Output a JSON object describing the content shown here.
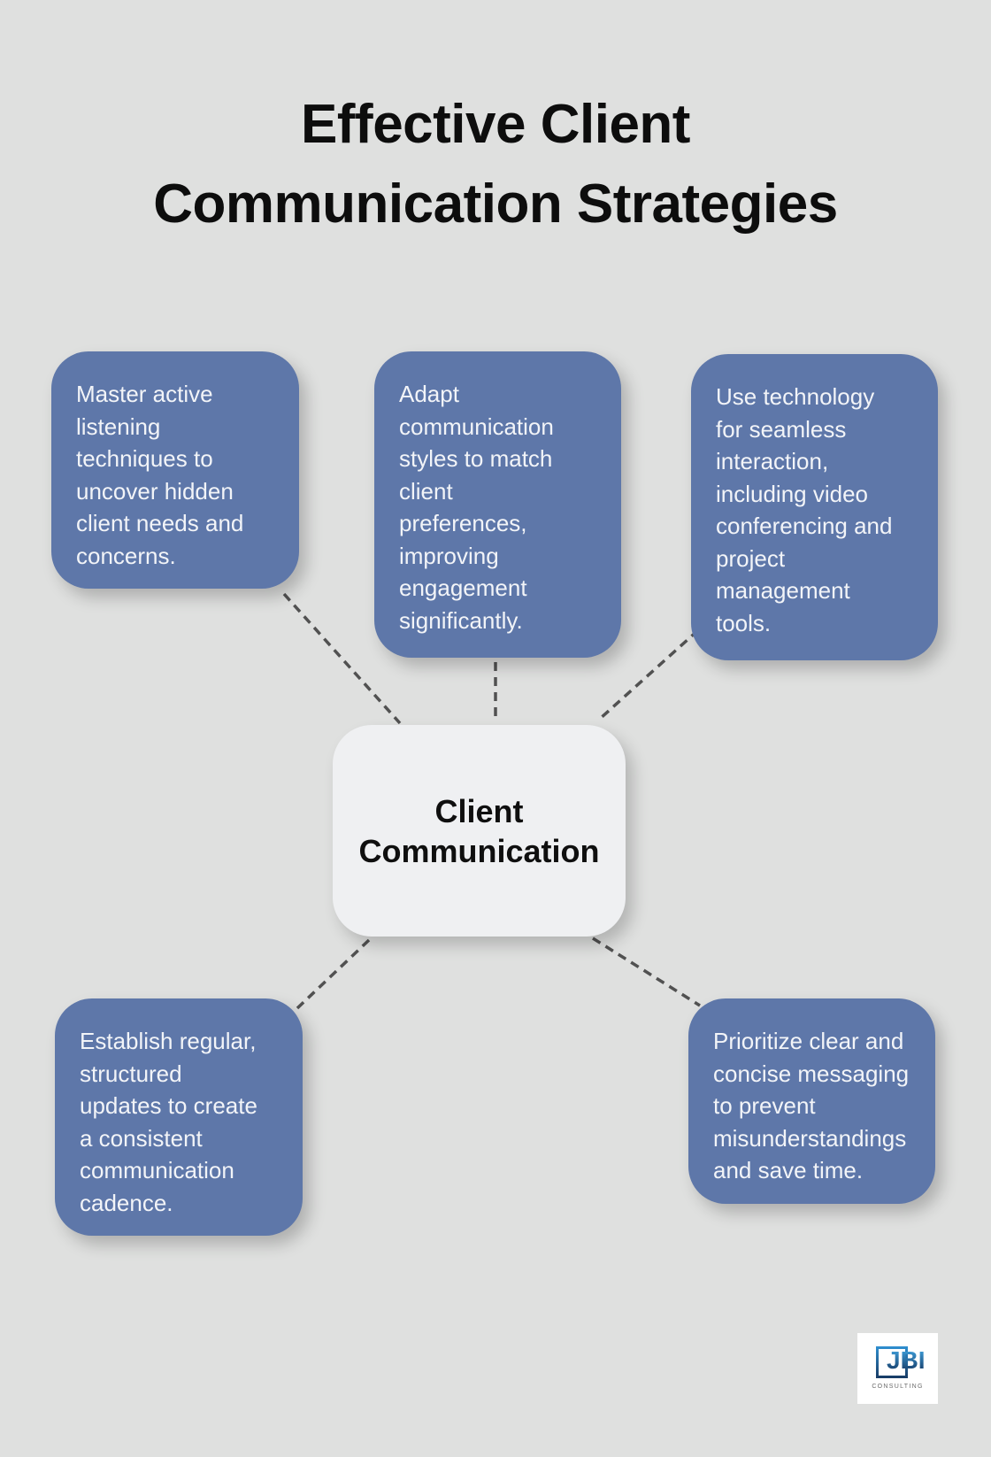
{
  "title": {
    "text": "Effective Client\nCommunication Strategies"
  },
  "center": {
    "text": "Client\nCommunication"
  },
  "nodes": [
    {
      "id": "top-left",
      "text": "Master active\nlistening\ntechniques to\nuncover hidden\nclient needs and\nconcerns."
    },
    {
      "id": "top-middle",
      "text": "Adapt\ncommunication\nstyles to match\nclient\npreferences,\nimproving\nengagement\nsignificantly."
    },
    {
      "id": "top-right",
      "text": "Use technology\nfor seamless\ninteraction,\nincluding video\nconferencing and\nproject\nmanagement\ntools."
    },
    {
      "id": "bottom-left",
      "text": "Establish regular,\nstructured\nupdates to create\na consistent\ncommunication\ncadence."
    },
    {
      "id": "bottom-right",
      "text": "Prioritize clear and\nconcise messaging\nto prevent\nmisunderstandings\nand save time."
    }
  ],
  "logo": {
    "initials": "JBI",
    "subtext": "CONSULTING"
  },
  "colors": {
    "background": "#dfe0df",
    "node_fill": "#5e77a9",
    "node_text": "#f2f4f8",
    "center_fill": "#eff0f2",
    "center_text": "#0f0f0f",
    "title_text": "#0d0d0d",
    "connector": "#515151",
    "logo_blue_light": "#3fa0dc",
    "logo_blue_dark": "#153a66",
    "logo_subtext_gray": "#6b6b6b"
  }
}
